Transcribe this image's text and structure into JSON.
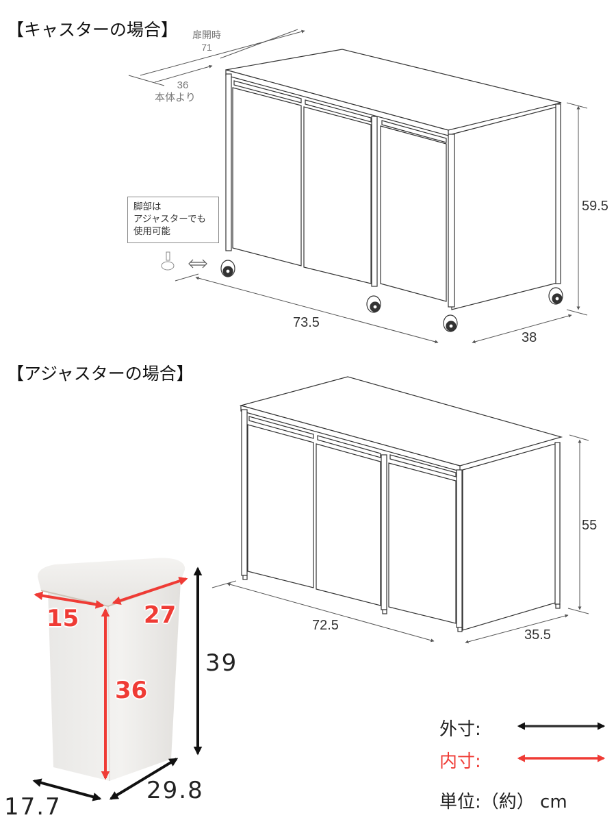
{
  "sections": {
    "caster": {
      "title": "【キャスターの場合】",
      "door_open_label": "扉開時",
      "door_open_value": "71",
      "from_body_value": "36",
      "from_body_label": "本体より",
      "note": [
        "脚部は",
        "アジャスターでも",
        "使用可能"
      ],
      "width": "73.5",
      "depth": "38",
      "height": "59.5"
    },
    "adjuster": {
      "title": "【アジャスターの場合】",
      "width": "72.5",
      "depth": "35.5",
      "height": "55"
    }
  },
  "bin": {
    "inner_depth": "15",
    "inner_width": "27",
    "inner_height": "36",
    "outer_height": "39",
    "outer_depth": "17.7",
    "outer_width": "29.8"
  },
  "legend": {
    "outer_label": "外寸:",
    "inner_label": "内寸:",
    "unit_label": "単位:（約） cm",
    "outer_color": "#333333",
    "inner_color": "#ef3b35"
  }
}
